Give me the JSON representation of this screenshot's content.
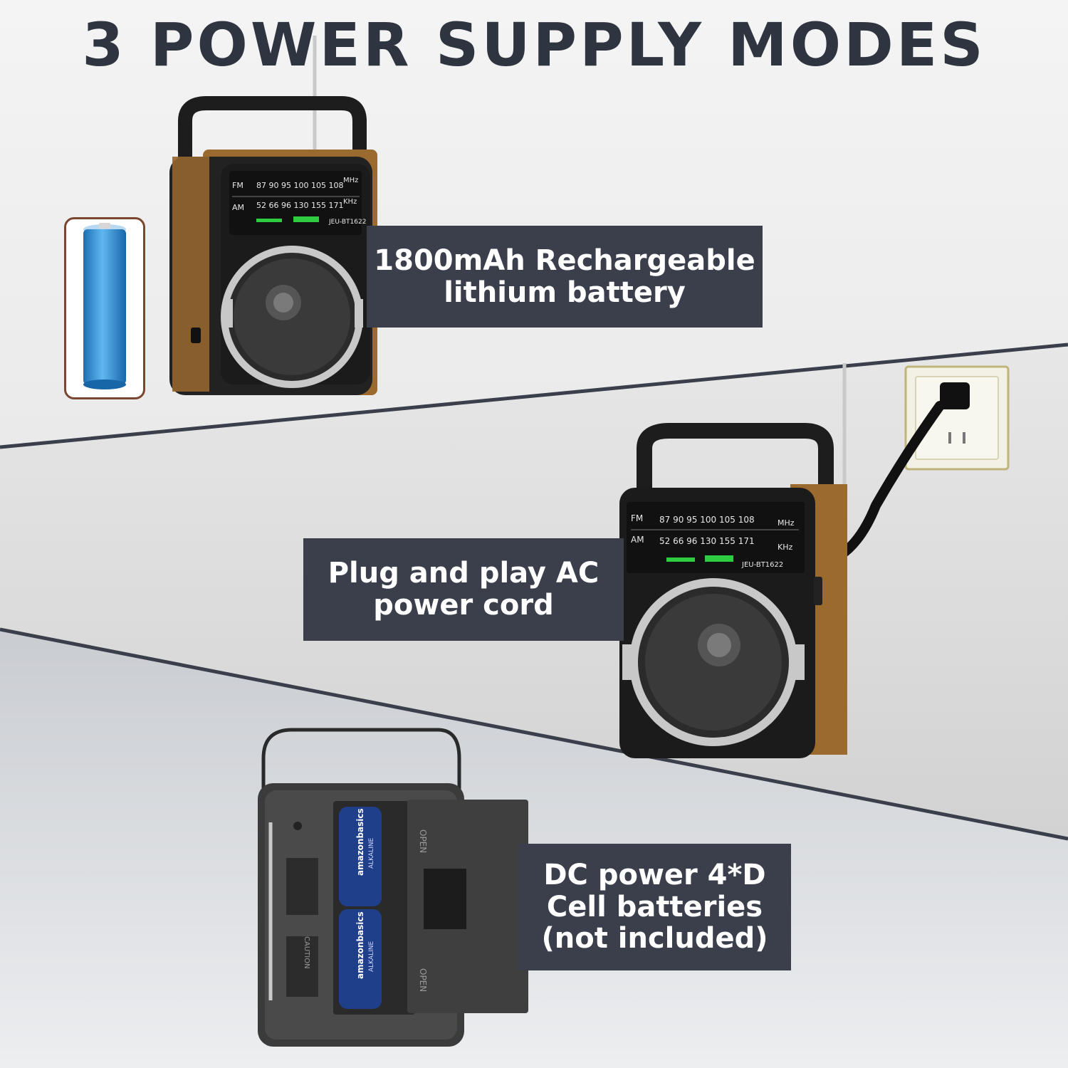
{
  "headline": "3 POWER SUPPLY MODES",
  "modes": [
    {
      "lines": [
        "1800mAh Rechargeable",
        "lithium battery"
      ]
    },
    {
      "lines": [
        "Plug and play AC",
        "power cord"
      ]
    },
    {
      "lines": [
        "DC power 4*D",
        "Cell batteries",
        "(not included)"
      ]
    }
  ],
  "radio_dial": {
    "fm_label": "FM",
    "fm_scale": "87  90  95 100 105 108",
    "fm_unit": "MHz",
    "am_label": "AM",
    "am_scale": "52  66  96 130 155 171",
    "am_unit": "KHz",
    "model": "JEU-BT1622"
  },
  "battery_labels": {
    "brand": "amazonbasics",
    "type": "ALKALINE",
    "door_label": "OPEN",
    "caution": "CAUTION"
  },
  "colors": {
    "headline": "#2f3540",
    "caption_bg": "#3a3f4b",
    "wood": "#9a6a2f",
    "battery_blue": "#2a8fd6"
  }
}
